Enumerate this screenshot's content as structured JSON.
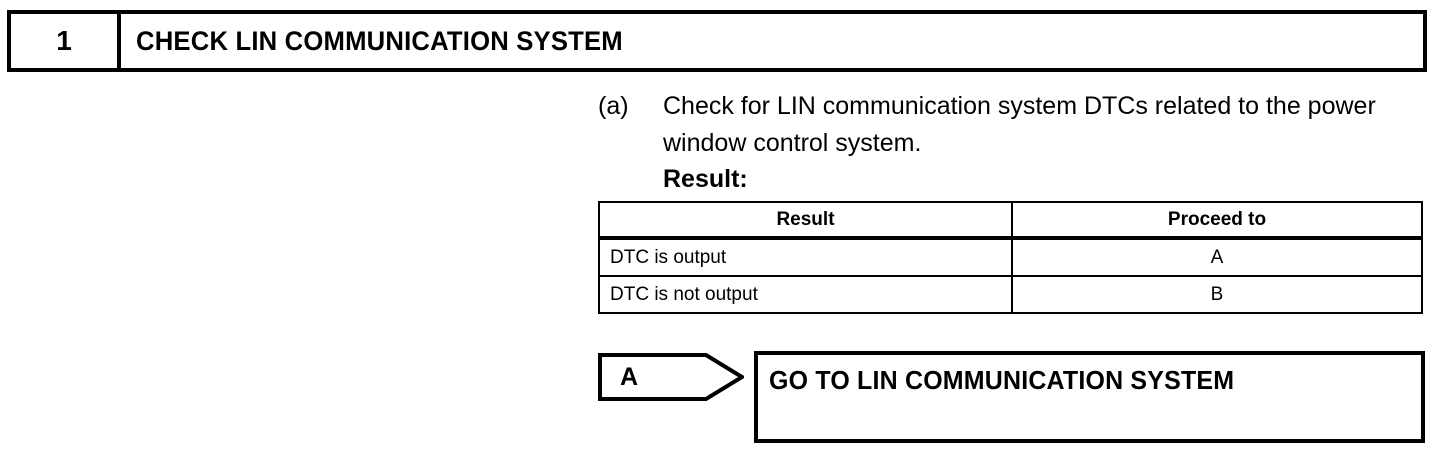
{
  "step_header": {
    "number": "1",
    "title": "CHECK LIN COMMUNICATION SYSTEM"
  },
  "procedure": {
    "marker": "(a)",
    "text": "Check for LIN communication system DTCs related to the power window control system.",
    "result_label": "Result:"
  },
  "result_table": {
    "columns": [
      "Result",
      "Proceed to"
    ],
    "rows": [
      {
        "result": "DTC is output",
        "proceed_to": "A"
      },
      {
        "result": "DTC is not output",
        "proceed_to": "B"
      }
    ]
  },
  "goto_block": {
    "branch": "A",
    "action": "GO TO LIN COMMUNICATION SYSTEM"
  },
  "colors": {
    "ink": "#000000",
    "page": "#ffffff"
  }
}
